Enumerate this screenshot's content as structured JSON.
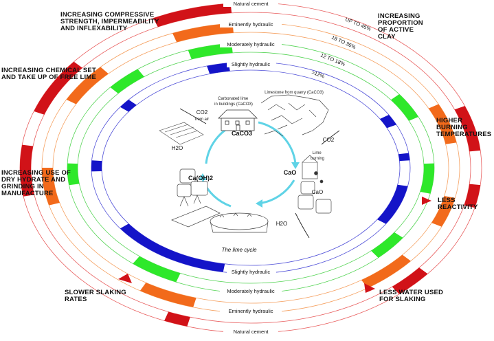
{
  "rings": {
    "outer_top": "Natural cement",
    "eminent_top": "Eminently hydraulic",
    "moderate_top": "Moderately hydraulic",
    "slight_top": "Slightly hydraulic",
    "slight_bottom": "Slightly hydraulic",
    "moderate_bottom": "Moderately hydraulic",
    "eminent_bottom": "Eminently hydraulic",
    "outer_bottom": "Natural cement"
  },
  "percentages": {
    "red": "UP TO 45%",
    "orange": "18 TO 36%",
    "green": "12 TO 18%",
    "blue": ">12%"
  },
  "side_labels": {
    "compressive": "INCREASING COMPRESSIVE\nSTRENGTH, IMPERMEABILITY\nAND INFLEXABILITY",
    "chemical_set": "INCREASING CHEMICAL SET\nAND TAKE UP OF FREE LIME",
    "dry_hydrate": "INCREASING USE OF\nDRY HYDRATE AND\nGRINDING IN\nMANUFACTURE",
    "slower_slaking": "SLOWER SLAKING\nRATES",
    "active_clay": "INCREASING\nPROPORTION\nOF ACTIVE\nCLAY",
    "higher_burning": "HIGHER BURNING\nTEMPERATURES",
    "less_reactivity": "LESS REACTIVITY",
    "less_water": "LESS WATER USED\nFOR SLAKING"
  },
  "cycle": {
    "caco3": "CaCO3",
    "cao": "CaO",
    "caoh2": "Ca(OH)2",
    "co2_air": "CO2",
    "from_air": "from air",
    "co2_right": "CO2",
    "h2o_left": "H2O",
    "h2o_bottom": "H2O",
    "cao_right": "CaO",
    "carbonated": "Carbonated lime\nin buildings (CaCO3)",
    "limestone": "Limestone from quarry (CaCO3)",
    "lime_burning": "Lime\nburning",
    "caption": "The lime cycle"
  },
  "colors": {
    "red": "#d11218",
    "orange": "#f26a1b",
    "green": "#2ee82a",
    "blue": "#1414c8",
    "ring_red": "#e85c5c",
    "ring_orange": "#f5a060",
    "ring_green": "#55d455",
    "ring_blue": "#5050d8",
    "cycle_arrow": "#5fd3e6"
  }
}
